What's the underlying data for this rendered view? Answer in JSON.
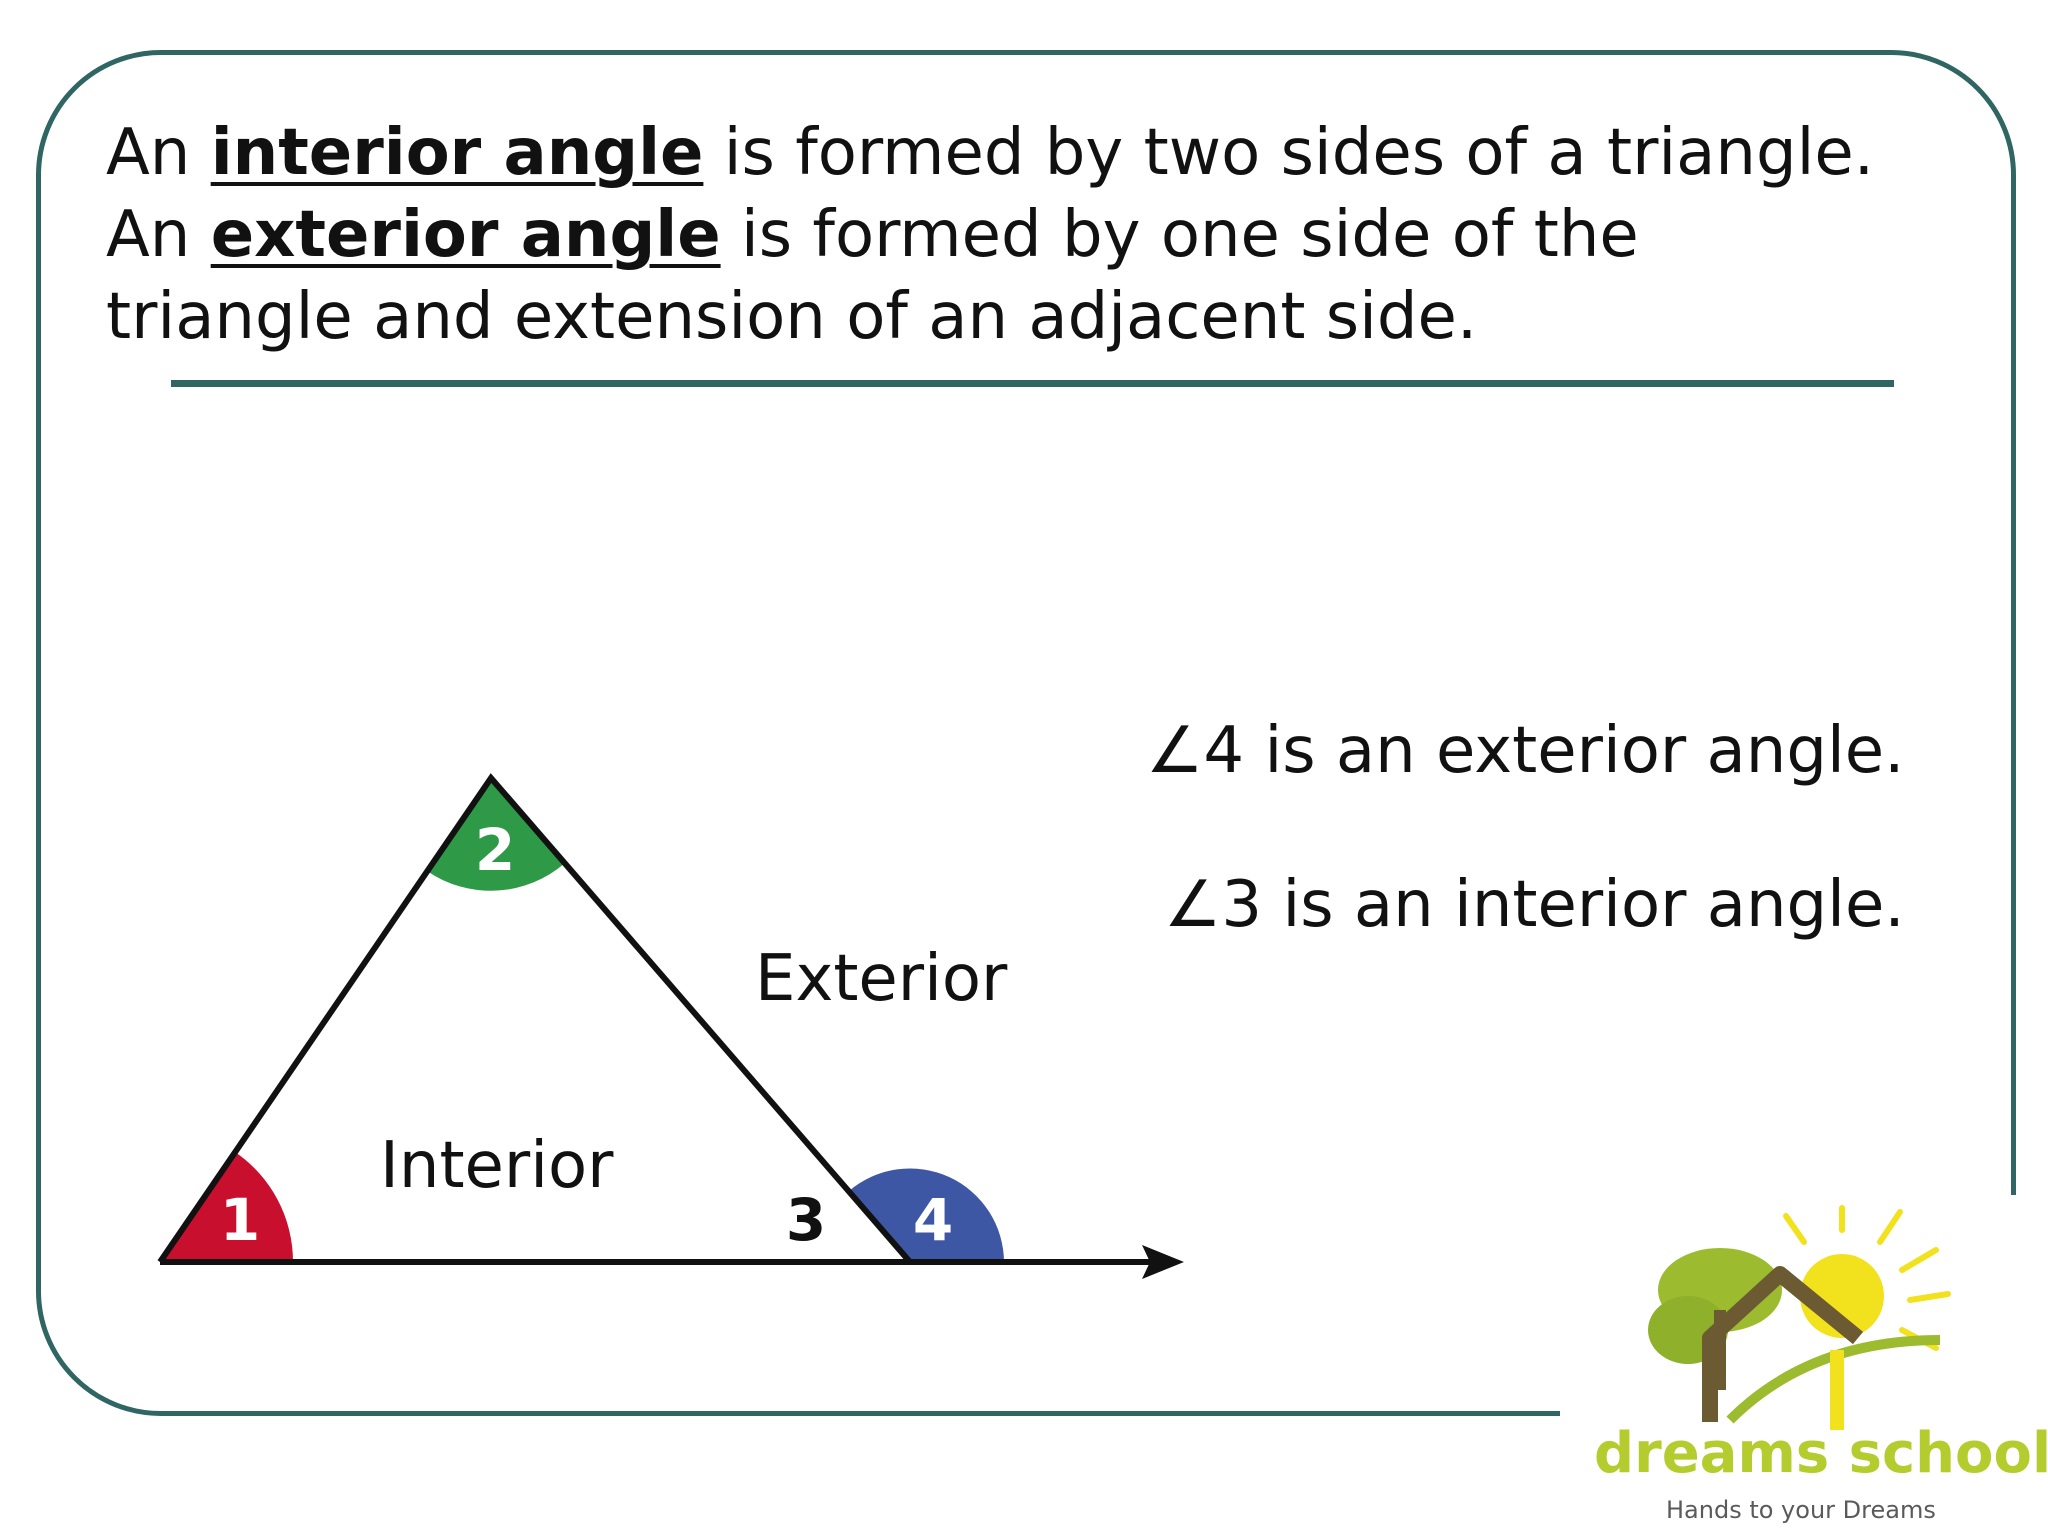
{
  "definition": {
    "line1_before": "An ",
    "line1_term": "interior angle",
    "line1_after": " is formed by two sides of a triangle.",
    "line2_before": "An ",
    "line2_term": "exterior angle",
    "line2_after": " is formed by one side of the",
    "line3": "triangle and extension of an adjacent side."
  },
  "statements": {
    "exterior_symbol": "∠",
    "exterior_text": "4 is an exterior angle.",
    "interior_symbol": "∠",
    "interior_text": "3 is an interior angle."
  },
  "diagram": {
    "angle_labels": [
      "1",
      "2",
      "3",
      "4"
    ],
    "region_interior": "Interior",
    "region_exterior": "Exterior",
    "colors": {
      "angle1": "#c8102e",
      "angle2": "#2e9a47",
      "angle4": "#3d57a5",
      "line": "#111111"
    }
  },
  "logo": {
    "name": "dreams school",
    "tagline": "Hands to your Dreams"
  },
  "theme": {
    "frame": "#2f6563"
  }
}
